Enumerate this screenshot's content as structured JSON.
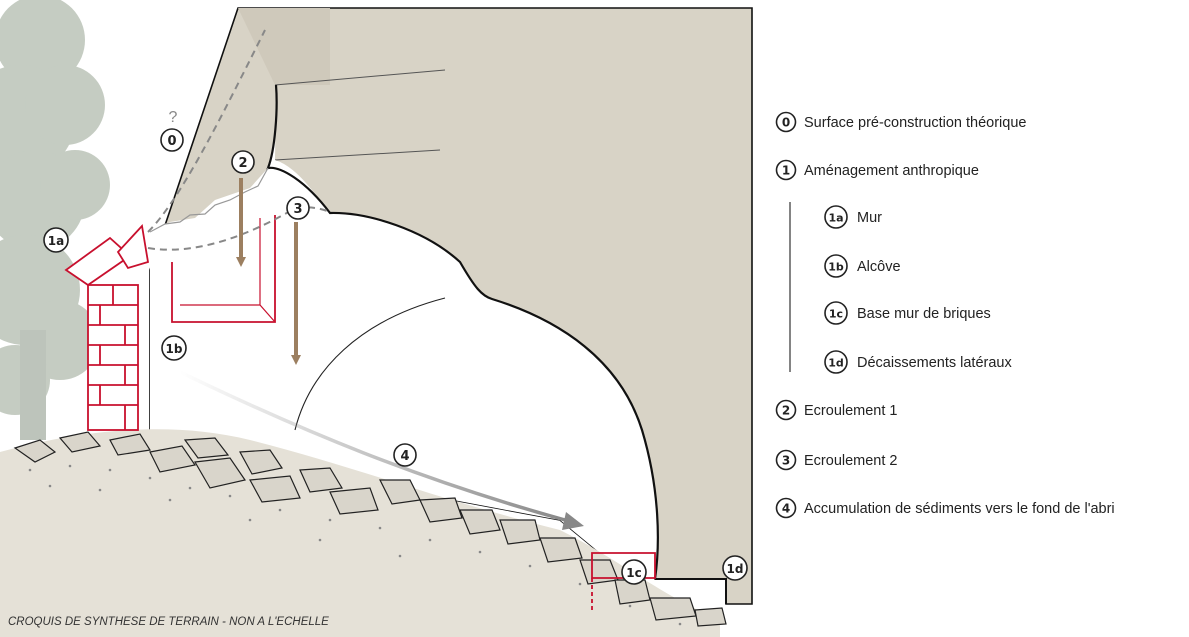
{
  "diagram": {
    "caption": "CROQUIS DE SYNTHESE DE TERRAIN - NON A L'ECHELLE",
    "question_mark": "?",
    "colors": {
      "rock": "#d8d3c6",
      "rock_shadow": "#c9c3b4",
      "shelter_interior": "#ffffff",
      "outline": "#111111",
      "brick_red": "#c8102e",
      "collapse_arrow": "#9c7f60",
      "sediment_arrow": "#888888",
      "dashed_line": "#888888",
      "tree": "#8f9e8a",
      "rubble": "#c8c4ba"
    },
    "markers": {
      "m0": "0",
      "m1a": "1a",
      "m1b": "1b",
      "m1c": "1c",
      "m1d": "1d",
      "m2": "2",
      "m3": "3",
      "m4": "4"
    }
  },
  "legend": {
    "items": [
      {
        "id": "0",
        "label": "Surface pré-construction théorique"
      },
      {
        "id": "1",
        "label": "Aménagement anthropique"
      },
      {
        "id": "1a",
        "label": "Mur"
      },
      {
        "id": "1b",
        "label": "Alcôve"
      },
      {
        "id": "1c",
        "label": "Base mur de briques"
      },
      {
        "id": "1d",
        "label": "Décaissements latéraux"
      },
      {
        "id": "2",
        "label": "Ecroulement 1"
      },
      {
        "id": "3",
        "label": "Ecroulement 2"
      },
      {
        "id": "4",
        "label": "Accumulation de sédiments vers le fond de l'abri"
      }
    ]
  }
}
